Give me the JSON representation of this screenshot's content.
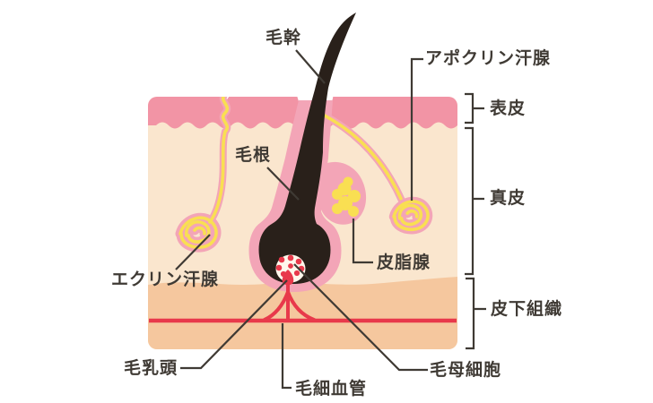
{
  "labels": {
    "hair_shaft": "毛幹",
    "apocrine_sweat_gland": "アポクリン汗腺",
    "epidermis": "表皮",
    "hair_root": "毛根",
    "dermis": "真皮",
    "sebaceous_gland": "皮脂腺",
    "eccrine_sweat_gland": "エクリン汗腺",
    "subcutaneous_tissue": "皮下組織",
    "hair_papilla": "毛乳頭",
    "capillary": "毛細血管",
    "hair_matrix_cells": "毛母細胞"
  },
  "colors": {
    "background": "#FFFFFF",
    "epidermis_pink": "#F294A5",
    "sheath_pink": "#F3A5B7",
    "dermis_cream": "#FAE6CE",
    "subcutaneous_peach": "#F5C79E",
    "gland_yellow": "#F9DF52",
    "blood_red": "#E8394B",
    "hair_black": "#29201A",
    "matrix_cream": "#FFF7EC",
    "ink": "#3F3A34"
  }
}
